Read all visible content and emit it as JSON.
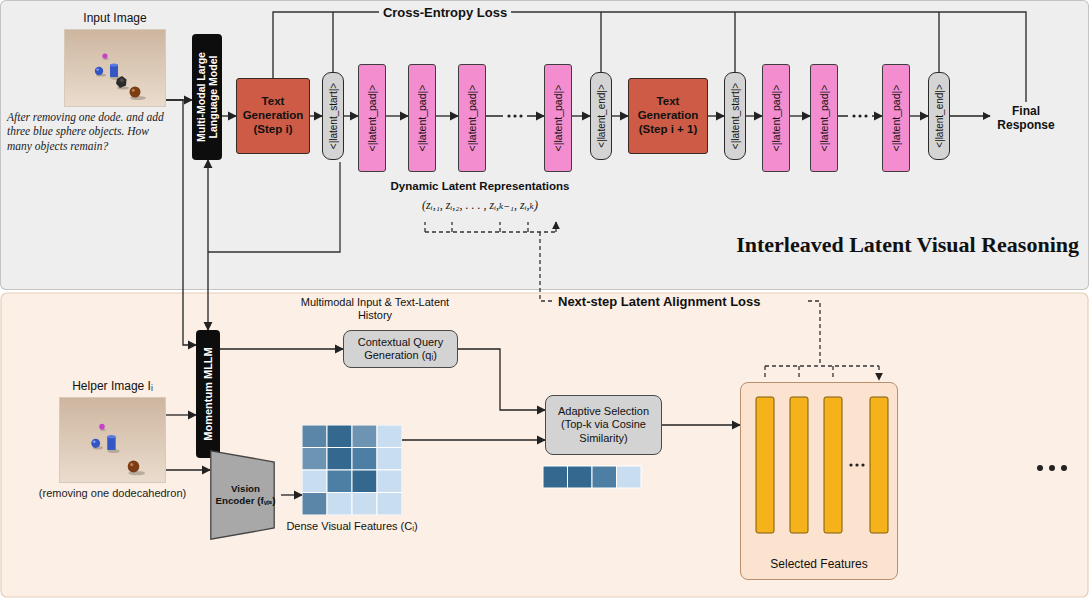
{
  "diagram": {
    "nodes": [
      {
        "text": [
          "Interleaved Latent Visual Reasoning"
        ]
      },
      {
        "text": [
          "Input Image",
          "After removing one dode. and add three blue sphere objects. How many objects remain?"
        ],
        "in": 0
      },
      {
        "text": [
          "Multi-Modal Large Language Model"
        ],
        "in": 0
      },
      {
        "text": [
          "Text Generation (Step i)"
        ],
        "in": 0
      },
      {
        "text": [
          "<|latent_start|>"
        ],
        "in": 0
      },
      {
        "text": [
          "<|latent_pad|>"
        ],
        "in": 0
      },
      {
        "text": [
          "<|latent_pad|>"
        ],
        "in": 0
      },
      {
        "text": [
          "<|latent_pad|>"
        ],
        "in": 0
      },
      {
        "text": [
          "<|latent_pad|>"
        ],
        "in": 0
      },
      {
        "text": [
          "<|latent_end|>"
        ],
        "in": 0
      },
      {
        "text": [
          "Text Generation (Step i + 1)"
        ],
        "in": 0
      },
      {
        "text": [
          "<|latent_start|>"
        ],
        "in": 0
      },
      {
        "text": [
          "<|latent_pad|>"
        ],
        "in": 0
      },
      {
        "text": [
          "<|latent_pad|>"
        ],
        "in": 0
      },
      {
        "text": [
          "<|latent_pad|>"
        ],
        "in": 0
      },
      {
        "text": [
          "<|latent_end|>"
        ],
        "in": 0
      },
      {
        "text": [
          "Helper Image Iᵢ",
          "(removing one dodecahedron)"
        ]
      },
      {
        "text": [
          "Momentum MLLM"
        ]
      },
      {
        "text": [
          "Contextual Query Generation (qᵢ)"
        ]
      },
      {
        "text": [
          "Vision Encoder (fᵥᵢₛ)"
        ]
      },
      {
        "text": [
          "Dense Visual Features (Cᵢ)"
        ]
      },
      {
        "text": [
          "Adaptive Selection (Top-k via Cosine Similarity)"
        ]
      },
      {
        "text": [
          "Selected Features"
        ]
      }
    ],
    "edges": [
      {
        "from": 1,
        "to": 2,
        "arrow": "to"
      },
      {
        "from": 2,
        "to": 3,
        "arrow": "to"
      },
      {
        "from": 3,
        "to": 4,
        "arrow": "to"
      },
      {
        "from": 4,
        "to": 5,
        "arrow": "to"
      },
      {
        "from": 5,
        "to": 6,
        "arrow": "to"
      },
      {
        "from": 6,
        "to": 7,
        "arrow": "to"
      },
      {
        "from": 7,
        "to": 8,
        "arrow": "to"
      },
      {
        "from": 8,
        "to": 9,
        "arrow": "to"
      },
      {
        "from": 9,
        "to": 10,
        "arrow": "to"
      },
      {
        "from": 10,
        "to": 11,
        "arrow": "to"
      },
      {
        "from": 11,
        "to": 12,
        "arrow": "to"
      },
      {
        "from": 12,
        "to": 13,
        "arrow": "to"
      },
      {
        "from": 13,
        "to": 14,
        "arrow": "to"
      },
      {
        "from": 14,
        "to": 15,
        "arrow": "to"
      },
      {
        "from": 2,
        "to": 17,
        "arrow": "both"
      },
      {
        "from": 1,
        "to": 17,
        "arrow": "to"
      },
      {
        "from": 16,
        "to": 17,
        "arrow": "to"
      },
      {
        "from": 17,
        "to": 18,
        "arrow": "to"
      },
      {
        "from": 18,
        "to": 21,
        "arrow": "to"
      },
      {
        "from": 16,
        "to": 19,
        "arrow": "to"
      },
      {
        "from": 19,
        "to": 20,
        "arrow": "to"
      },
      {
        "from": 20,
        "to": 21,
        "arrow": "to"
      },
      {
        "from": 21,
        "to": 22,
        "arrow": "to"
      }
    ],
    "labels": [
      "Cross-Entropy Loss",
      "Dynamic Latent Representations",
      "(zᵢ,₁, zᵢ,₂, . . . , zᵢ,ₖ₋₁, zᵢ,ₖ)",
      "Final Response",
      "Multimodal Input & Text-Latent History",
      "Next-step Latent Alignment Loss"
    ]
  }
}
